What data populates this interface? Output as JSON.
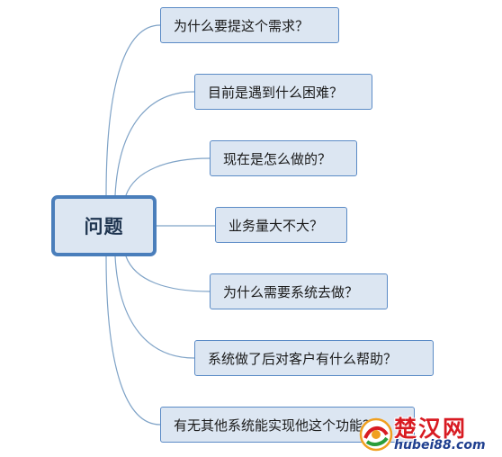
{
  "root": {
    "label": "问题"
  },
  "branches": [
    {
      "label": "为什么要提这个需求？"
    },
    {
      "label": "目前是遇到什么困难？"
    },
    {
      "label": "现在是怎么做的？"
    },
    {
      "label": "业务量大不大？"
    },
    {
      "label": "为什么需要系统去做？"
    },
    {
      "label": "系统做了后对客户有什么帮助？"
    },
    {
      "label": "有无其他系统能实现他这个功能？"
    }
  ],
  "watermark": {
    "title": "楚汉网",
    "url": "hubei88.com"
  },
  "colors": {
    "node_fill": "#dce6f2",
    "node_border": "#5b8bc6",
    "root_border": "#4a7ebb",
    "connector": "#7fa3c7",
    "watermark_title": "#d81b22",
    "watermark_url": "#1f3f8f"
  }
}
